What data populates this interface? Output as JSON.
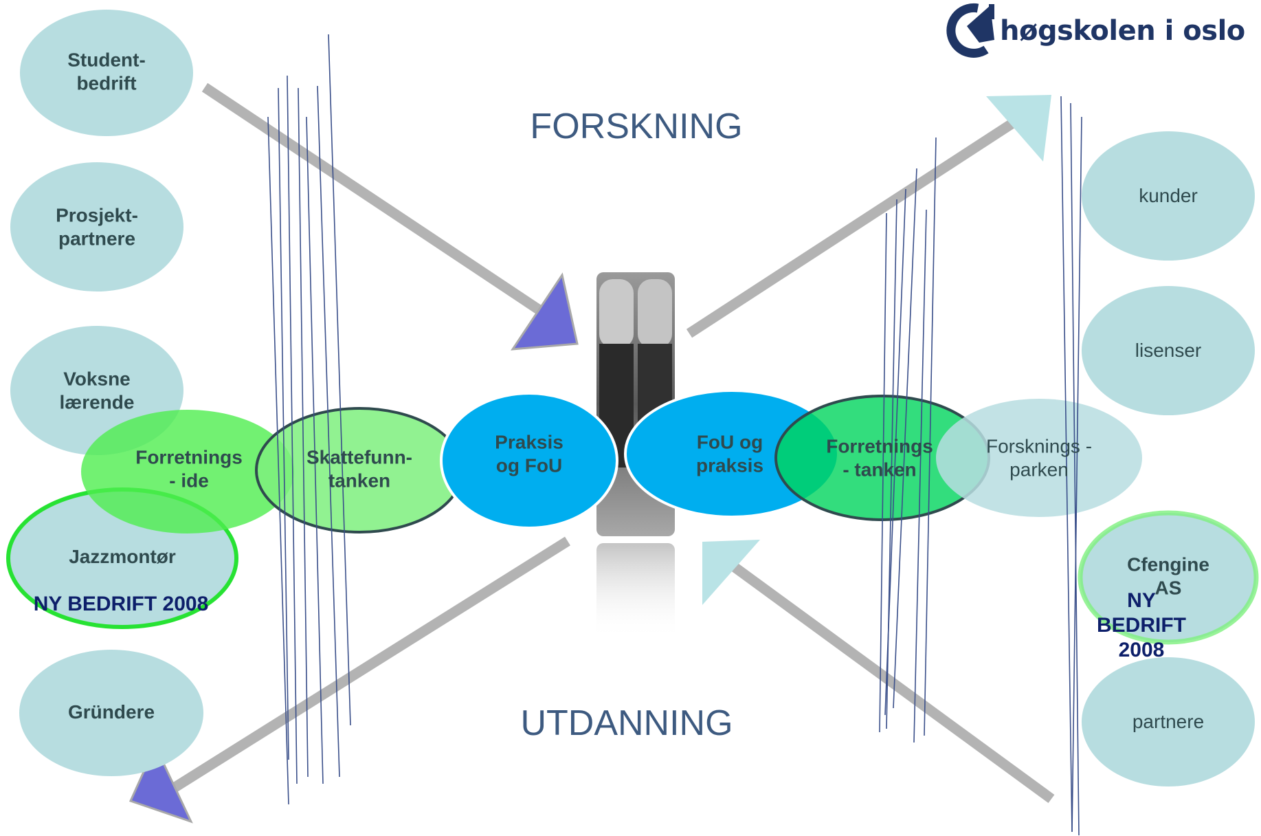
{
  "headings": {
    "research": "FORSKNING",
    "education": "UTDANNING"
  },
  "logo": {
    "text": "høgskolen i oslo",
    "icon": "hio-logo-icon"
  },
  "left_bubbles": {
    "student_company": "Student-\nbedrift",
    "project_partners": "Prosjekt-\npartnere",
    "adult_learners": "Voksne\nlærende",
    "jazz": "Jazzmontør",
    "founders": "Gründere"
  },
  "right_bubbles": {
    "customers": "kunder",
    "licenses": "lisenser",
    "science_park": "Forsknings -\nparken",
    "cfengine": "Cfengine\nAS",
    "partners": "partnere"
  },
  "center": {
    "business_idea": "Forretnings\n- ide",
    "tax_credit": "Skattefunn-\ntanken",
    "practice_rd": "Praksis\nog FoU",
    "rd_practice": "FoU og\npraksis",
    "business_thinking": "Forretnings\n- tanken"
  },
  "badges": {
    "new_company_left": "NY BEDRIFT 2008",
    "new_company_right": "NY BEDRIFT 2008"
  },
  "colors": {
    "bubble_light": "#b7dde0",
    "bubble_green": "#6cf06c",
    "bubble_green_dark": "#00d45c",
    "bubble_blue": "#00aeef",
    "arrow_gray": "#b3b3b3",
    "arrowhead_purple": "#6b6bd6",
    "arrowhead_light": "#b9e3e6",
    "line_blue": "#3a4f8a",
    "heading": "#3d5a80",
    "badge": "#0d1f6a"
  }
}
